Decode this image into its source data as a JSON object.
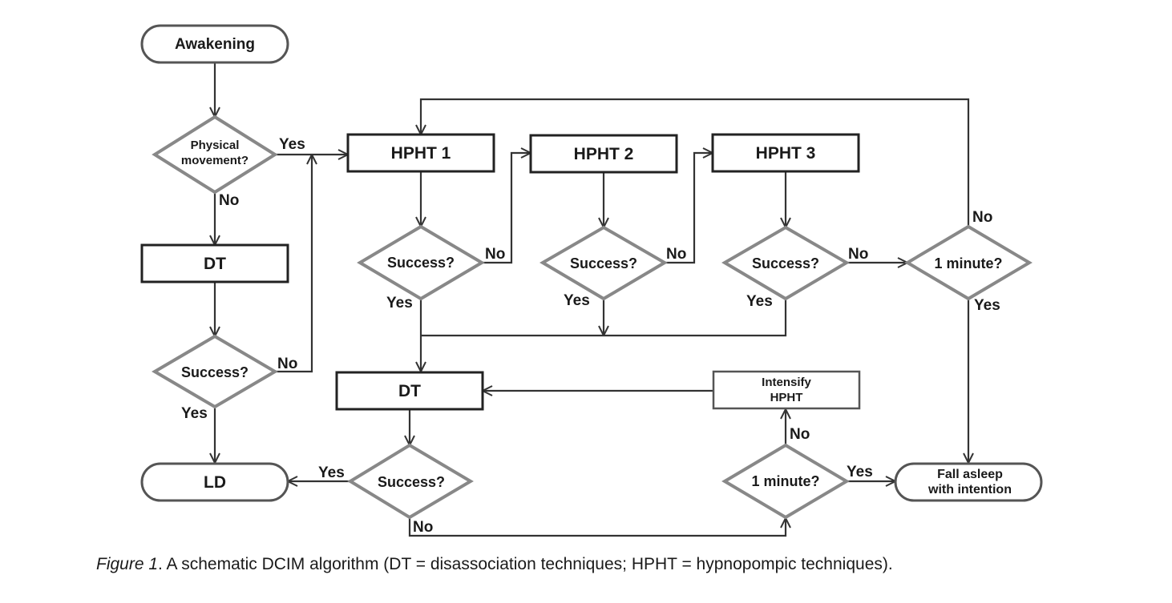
{
  "nodes": {
    "awakening": "Awakening",
    "physical_movement": [
      "Physical",
      "movement?"
    ],
    "hpht1": "HPHT 1",
    "hpht2": "HPHT 2",
    "hpht3": "HPHT 3",
    "dt_left": "DT",
    "success_hpht1": "Success?",
    "success_hpht2": "Success?",
    "success_hpht3": "Success?",
    "one_minute_top": "1 minute?",
    "success_left": "Success?",
    "dt_center": "DT",
    "intensify_hpht": [
      "Intensify",
      "HPHT"
    ],
    "ld": "LD",
    "success_center": "Success?",
    "one_minute_bottom": "1 minute?",
    "fall_asleep": [
      "Fall asleep",
      "with intention"
    ]
  },
  "edge_labels": {
    "yes": "Yes",
    "no": "No"
  },
  "caption": {
    "figure_label": "Figure 1",
    "text": ". A schematic DCIM algorithm (DT = disassociation techniques; HPHT = hypnopompic techniques)."
  }
}
